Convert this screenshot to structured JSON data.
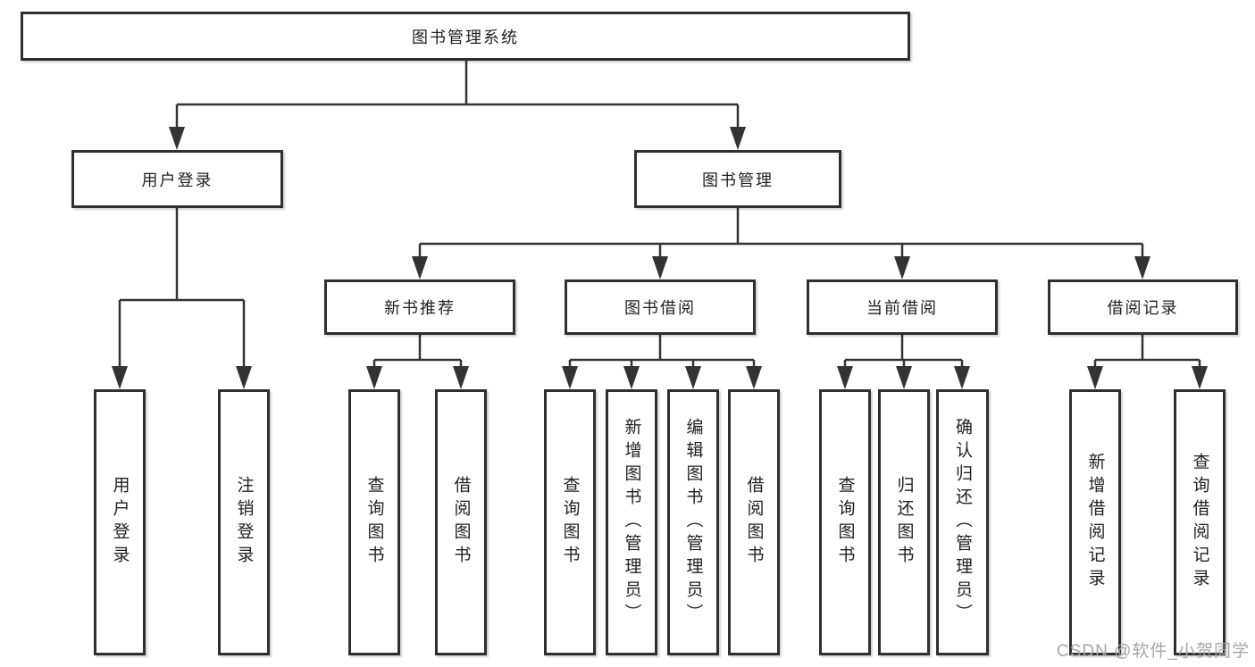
{
  "root": {
    "label": "图书管理系统"
  },
  "branches": [
    {
      "label": "用户登录",
      "leaves": [
        "用户登录",
        "注销登录"
      ]
    },
    {
      "label": "图书管理"
    }
  ],
  "groups": [
    {
      "label": "新书推荐",
      "leaves": [
        "查询图书",
        "借阅图书"
      ]
    },
    {
      "label": "图书借阅",
      "leaves": [
        "查询图书",
        "新增图书（管理员）",
        "编辑图书（管理员）",
        "借阅图书"
      ]
    },
    {
      "label": "当前借阅",
      "leaves": [
        "查询图书",
        "归还图书",
        "确认归还（管理员）"
      ]
    },
    {
      "label": "借阅记录",
      "leaves": [
        "新增借阅记录",
        "查询借阅记录"
      ]
    }
  ],
  "watermark": "CSDN @软件_小贺同学",
  "colors": {
    "line": "#333333",
    "box_border": "#2f2f2f",
    "text": "#1f1f1f",
    "watermark": "#a6a6a6",
    "background": "#ffffff"
  }
}
